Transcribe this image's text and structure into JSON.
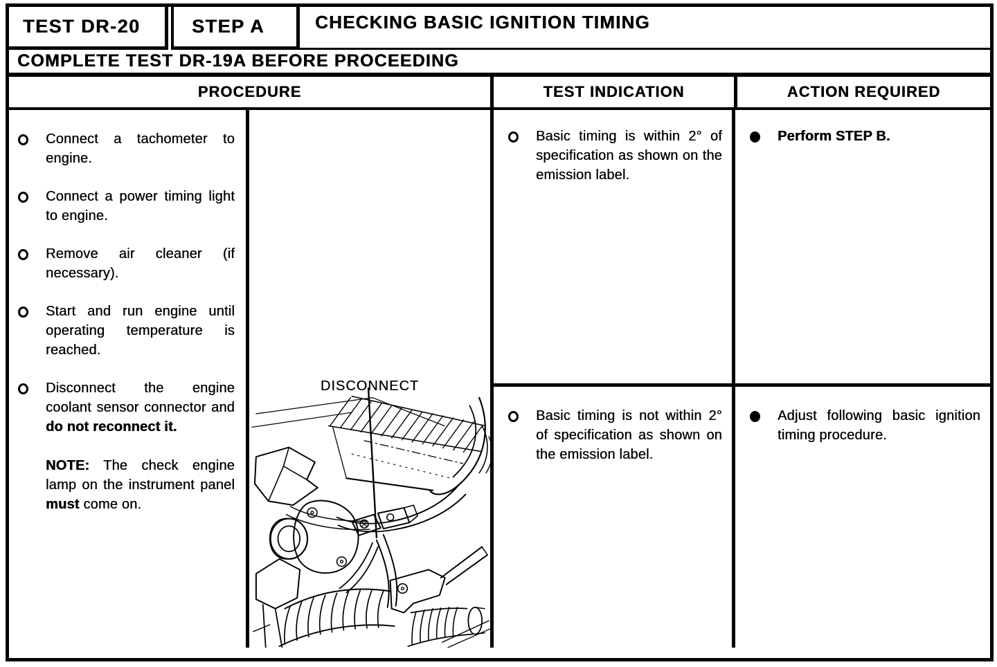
{
  "page": {
    "paper_color": "#ffffff",
    "ink_color": "#000000"
  },
  "header": {
    "test_id": "TEST DR-20",
    "step": "STEP A",
    "title": "CHECKING BASIC IGNITION TIMING",
    "notice": "COMPLETE TEST DR-19A BEFORE PROCEEDING"
  },
  "columns": {
    "procedure": "PROCEDURE",
    "test_indication": "TEST INDICATION",
    "action_required": "ACTION REQUIRED"
  },
  "procedure": {
    "steps": [
      {
        "segments": [
          {
            "t": "Connect a tachometer to engine.",
            "b": false
          }
        ]
      },
      {
        "segments": [
          {
            "t": "Connect a power timing light to engine.",
            "b": false
          }
        ]
      },
      {
        "segments": [
          {
            "t": "Remove air cleaner (if necessary).",
            "b": false
          }
        ]
      },
      {
        "segments": [
          {
            "t": "Start and run engine until operating temperature is reached.",
            "b": false
          }
        ]
      },
      {
        "segments": [
          {
            "t": "Disconnect the engine coolant sensor connector and ",
            "b": false
          },
          {
            "t": "do not reconnect it.",
            "b": true
          }
        ]
      }
    ],
    "note": {
      "segments": [
        {
          "t": "NOTE:",
          "b": true
        },
        {
          "t": " The check engine lamp on the instrument panel ",
          "b": false
        },
        {
          "t": "must",
          "b": true
        },
        {
          "t": " come on.",
          "b": false
        }
      ]
    }
  },
  "figure": {
    "callout": "DISCONNECT"
  },
  "rows": [
    {
      "indication": {
        "segments": [
          {
            "t": "Basic timing is within 2° of specification as shown on the emission label.",
            "b": false
          }
        ]
      },
      "action": {
        "segments": [
          {
            "t": "Perform STEP B.",
            "b": true
          }
        ]
      }
    },
    {
      "indication": {
        "segments": [
          {
            "t": "Basic timing is not within 2° of specification as shown on the emission label.",
            "b": false
          }
        ]
      },
      "action": {
        "segments": [
          {
            "t": "Adjust following basic ignition timing procedure.",
            "b": false
          }
        ]
      }
    }
  ]
}
